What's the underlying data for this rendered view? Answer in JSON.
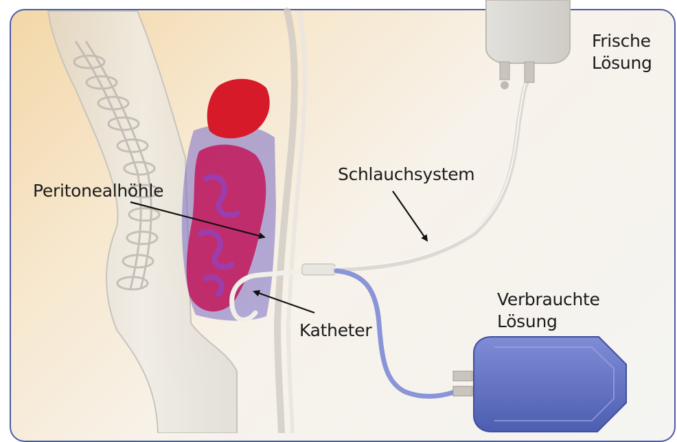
{
  "labels": {
    "fresh_solution": [
      "Frische",
      "Lösung"
    ],
    "tubing_system": "Schlauchsystem",
    "peritoneal_cavity": "Peritonealhöhle",
    "used_solution": [
      "Verbrauchte",
      "Lösung"
    ],
    "catheter": "Katheter"
  },
  "colors": {
    "frame_border": "#4a5aa3",
    "background_warm": "#f3d7a8",
    "organ_red": "#d61a2a",
    "peritoneum_blue": "#7a6cc4",
    "drain_bag_blue": "#5e6fc0",
    "drain_tube_blue": "#8a94d8"
  }
}
